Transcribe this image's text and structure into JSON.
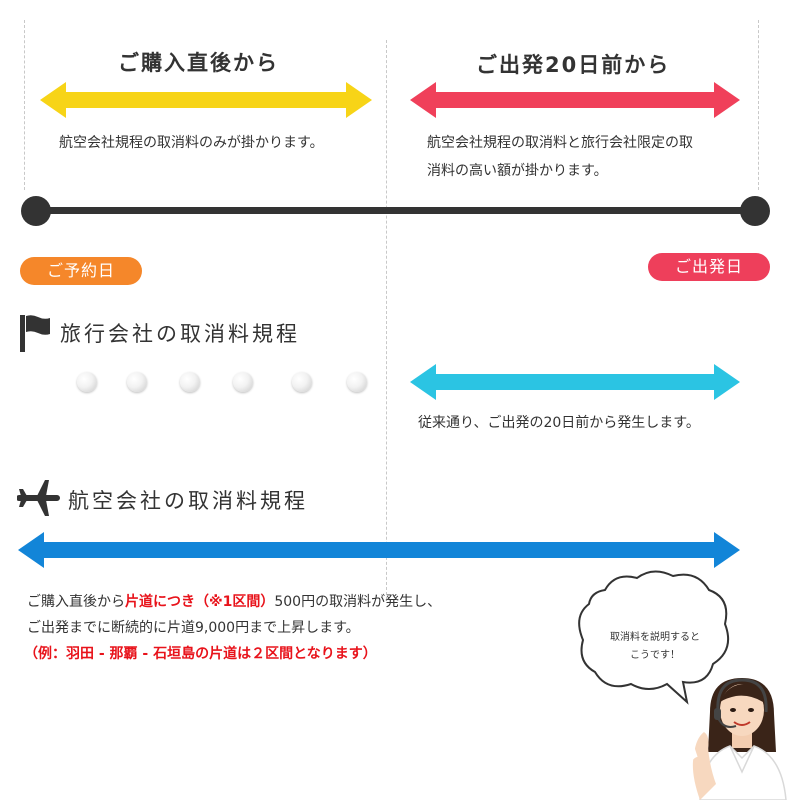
{
  "top": {
    "left_heading": "ご購入直後から",
    "right_heading": "ご出発20日前から",
    "left_desc": "航空会社規程の取消料のみが掛かります。",
    "right_desc_line1": "航空会社規程の取消料と旅行会社限定の取",
    "right_desc_line2": "消料の高い額が掛かります。"
  },
  "timeline": {
    "start_badge": "ご予約日",
    "end_badge": "ご出発日"
  },
  "travel_section": {
    "title": "旅行会社の取消料規程",
    "icon": "flag-icon",
    "desc": "従来通り、ご出発の20日前から発生します。"
  },
  "airline_section": {
    "title": "航空会社の取消料規程",
    "icon": "airplane-icon",
    "line1_part1": "ご購入直後から",
    "line1_red": "片道につき（※1区間）",
    "line1_part2": "500円の取消料が発生し、",
    "line2": "ご出発までに断続的に片道9,000円まで上昇します。",
    "line3_red": "（例：羽田 - 那覇 - 石垣島の片道は２区間となります）"
  },
  "speech_bubble": {
    "line1": "取消料を説明すると",
    "line2": "こうです！"
  },
  "colors": {
    "yellow_arrow": "#f7d417",
    "red_arrow": "#f0405a",
    "cyan_arrow": "#2bc4e3",
    "blue_arrow": "#1285d8",
    "start_badge": "#f5872a",
    "end_badge": "#ee3f5b",
    "timeline": "#333333"
  }
}
